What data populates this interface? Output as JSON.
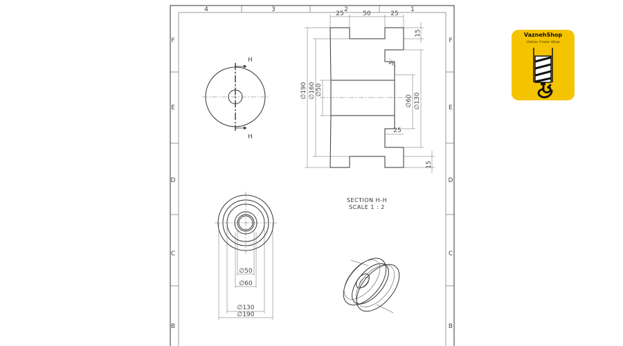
{
  "sheet": {
    "columns": [
      "4",
      "3",
      "2",
      "1"
    ],
    "rows": [
      "F",
      "E",
      "D",
      "C",
      "B"
    ]
  },
  "section_view": {
    "title": "SECTION H-H",
    "scale": "SCALE 1 : 2",
    "dims": {
      "top_25_left": "25",
      "top_50": "50",
      "top_25_right": "25",
      "right_15_top": "15",
      "right_15_bottom": "15",
      "dia_190": "∅190",
      "dia_160": "∅160",
      "dia_50": "∅50",
      "dia_60": "∅60",
      "dia_130": "∅130",
      "inner_25": "25",
      "step_5": "5"
    }
  },
  "front_view": {
    "cut_label_top": "H",
    "cut_label_bottom": "H"
  },
  "side_view": {
    "dims": {
      "dia_50": "∅50",
      "dia_60": "∅60",
      "dia_130": "∅130",
      "dia_190": "∅190"
    }
  },
  "logo": {
    "name": "VaznehShop",
    "tagline": "Online Crane Shop"
  }
}
